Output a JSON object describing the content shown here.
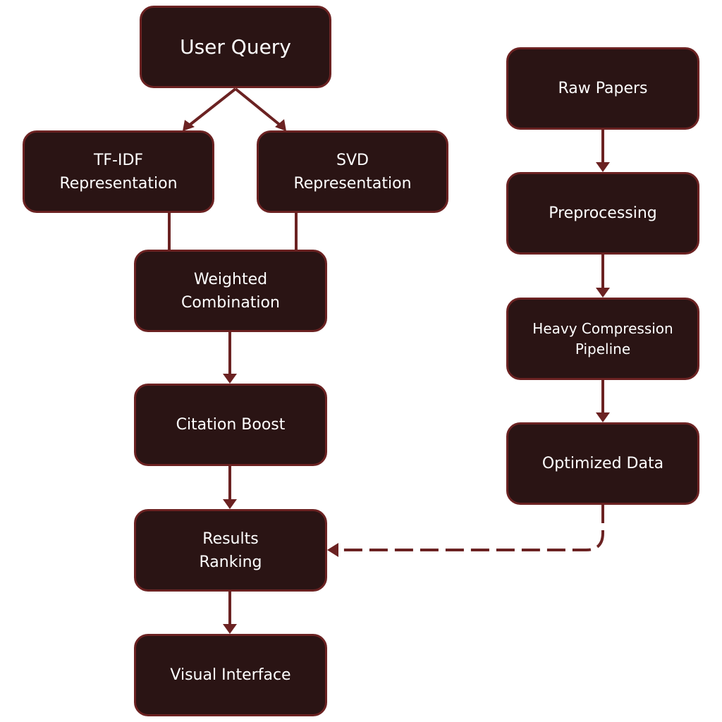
{
  "diagram": {
    "colors": {
      "node_fill": "#2a1414",
      "node_border": "#6b2222",
      "connector": "#6b2222",
      "text": "#ffffff",
      "background": "#ffffff"
    },
    "nodes": {
      "user_query": "User Query",
      "tfidf": "TF-IDF\nRepresentation",
      "svd": "SVD\nRepresentation",
      "weighted": "Weighted\nCombination",
      "citation": "Citation Boost",
      "results": "Results\nRanking",
      "visual": "Visual Interface",
      "raw": "Raw Papers",
      "preprocessing": "Preprocessing",
      "heavy": "Heavy Compression\nPipeline",
      "optimized": "Optimized Data"
    },
    "edges": [
      {
        "from": "User Query",
        "to": "TF-IDF Representation",
        "style": "solid-arrow"
      },
      {
        "from": "User Query",
        "to": "SVD Representation",
        "style": "solid-arrow"
      },
      {
        "from": "TF-IDF Representation",
        "to": "Weighted Combination",
        "style": "solid-line"
      },
      {
        "from": "SVD Representation",
        "to": "Weighted Combination",
        "style": "solid-line"
      },
      {
        "from": "Weighted Combination",
        "to": "Citation Boost",
        "style": "solid-arrow"
      },
      {
        "from": "Citation Boost",
        "to": "Results Ranking",
        "style": "solid-arrow"
      },
      {
        "from": "Results Ranking",
        "to": "Visual Interface",
        "style": "solid-arrow"
      },
      {
        "from": "Raw Papers",
        "to": "Preprocessing",
        "style": "solid-arrow"
      },
      {
        "from": "Preprocessing",
        "to": "Heavy Compression Pipeline",
        "style": "solid-arrow"
      },
      {
        "from": "Heavy Compression Pipeline",
        "to": "Optimized Data",
        "style": "solid-arrow"
      },
      {
        "from": "Optimized Data",
        "to": "Results Ranking",
        "style": "dashed-arrow"
      }
    ]
  }
}
